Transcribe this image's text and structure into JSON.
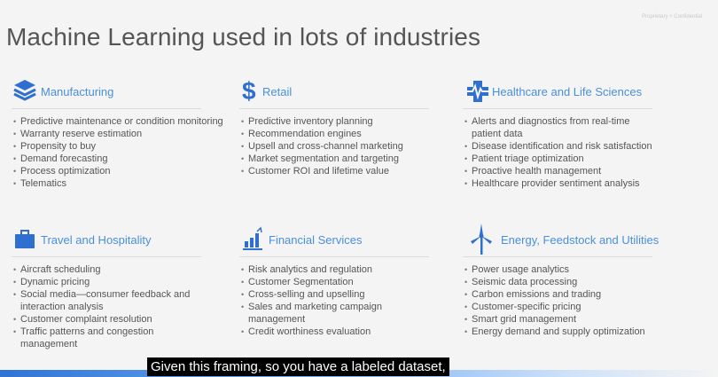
{
  "confidential_label": "Proprietary + Confidential",
  "title": "Machine Learning used in lots of industries",
  "colors": {
    "accent": "#4a8fdc",
    "caption_bg": "#000000"
  },
  "sections": [
    {
      "name": "Manufacturing",
      "icon": "layers-icon",
      "items": [
        "Predictive maintenance or condition monitoring",
        "Warranty reserve estimation",
        "Propensity to buy",
        "Demand forecasting",
        "Process optimization",
        "Telematics"
      ]
    },
    {
      "name": "Retail",
      "icon": "dollar-icon",
      "items": [
        "Predictive inventory planning",
        "Recommendation engines",
        "Upsell and cross-channel marketing",
        "Market segmentation and targeting",
        "Customer ROI and lifetime value"
      ]
    },
    {
      "name": "Healthcare and Life Sciences",
      "icon": "medical-cross-icon",
      "items": [
        "Alerts and diagnostics from real-time patient data",
        "Disease identification and risk satisfaction",
        "Patient triage optimization",
        "Proactive health management",
        "Healthcare provider sentiment analysis"
      ]
    },
    {
      "name": "Travel and Hospitality",
      "icon": "suitcase-icon",
      "items": [
        "Aircraft scheduling",
        "Dynamic pricing",
        "Social media—consumer feedback and interaction analysis",
        "Customer complaint resolution",
        "Traffic patterns and congestion management"
      ]
    },
    {
      "name": "Financial Services",
      "icon": "bar-chart-icon",
      "items": [
        "Risk analytics and regulation",
        "Customer Segmentation",
        "Cross-selling and upselling",
        "Sales and marketing campaign management",
        "Credit worthiness evaluation"
      ]
    },
    {
      "name": "Energy, Feedstock and Utilities",
      "icon": "wind-turbine-icon",
      "items": [
        "Power usage analytics",
        "Seismic data processing",
        "Carbon emissions and trading",
        "Customer-specific pricing",
        "Smart grid management",
        "Energy demand and supply optimization"
      ]
    }
  ],
  "caption": "Given this framing, so you have a labeled dataset,"
}
